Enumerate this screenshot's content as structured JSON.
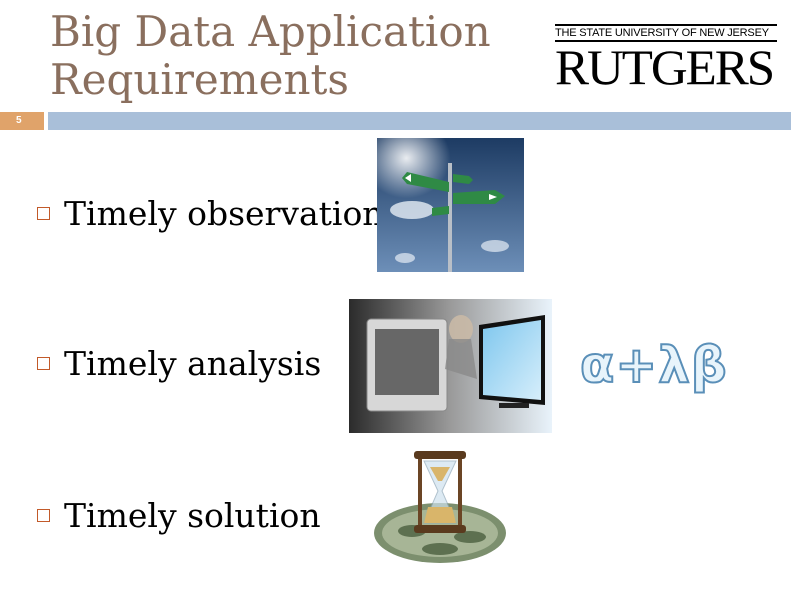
{
  "slide": {
    "title_line1": "Big Data Application",
    "title_line2": "Requirements",
    "number": "5"
  },
  "logo": {
    "top_text": "THE STATE UNIVERSITY OF NEW JERSEY",
    "main_text": "RUTGERS"
  },
  "bullets": [
    {
      "label": "Timely observation",
      "image": "opportunity-signpost-image"
    },
    {
      "label": "Timely analysis",
      "image": "tv-screens-image"
    },
    {
      "label": "Timely solution",
      "image": "hourglass-money-image"
    }
  ],
  "formula": "α+λβ",
  "colors": {
    "title": "#8a6f5e",
    "bar": "#a9bfd9",
    "slide_number_bg": "#e0a36a",
    "bullet_box": "#c25a2a"
  }
}
